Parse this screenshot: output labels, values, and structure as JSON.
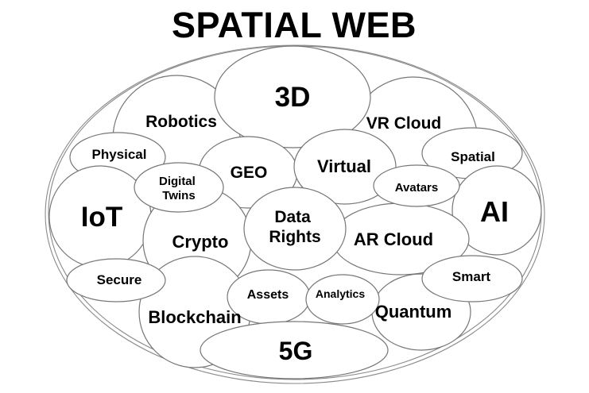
{
  "title": "SPATIAL WEB",
  "colors": {
    "background": "#ffffff",
    "shape_fill": "#ffffff",
    "shape_stroke": "#767676",
    "text": "#000000"
  },
  "diagram": {
    "description": "Venn-style bubble diagram of overlapping Spatial Web technology domains inside one large ellipse",
    "nodes": {
      "three_d": {
        "label": "3D"
      },
      "robotics": {
        "label": "Robotics"
      },
      "vr_cloud": {
        "label": "VR Cloud"
      },
      "physical": {
        "label": "Physical"
      },
      "spatial": {
        "label": "Spatial"
      },
      "geo": {
        "label": "GEO"
      },
      "virtual": {
        "label": "Virtual"
      },
      "digital_twins": {
        "label": "Digital Twins",
        "lines": [
          "Digital",
          "Twins"
        ]
      },
      "avatars": {
        "label": "Avatars"
      },
      "iot": {
        "label": "IoT"
      },
      "ai": {
        "label": "AI"
      },
      "data_rights": {
        "label": "Data Rights",
        "lines": [
          "Data",
          "Rights"
        ]
      },
      "crypto": {
        "label": "Crypto"
      },
      "ar_cloud": {
        "label": "AR Cloud"
      },
      "secure": {
        "label": "Secure"
      },
      "smart": {
        "label": "Smart"
      },
      "assets": {
        "label": "Assets"
      },
      "analytics": {
        "label": "Analytics"
      },
      "blockchain": {
        "label": "Blockchain"
      },
      "quantum": {
        "label": "Quantum"
      },
      "five_g": {
        "label": "5G"
      }
    }
  }
}
